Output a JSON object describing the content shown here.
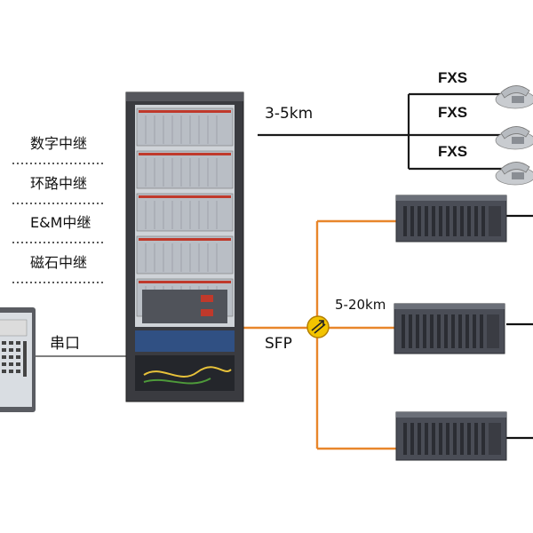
{
  "trunks": [
    "数字中继",
    "环路中继",
    "E&M中继",
    "磁石中继"
  ],
  "fxs_labels": [
    "FXS",
    "FXS",
    "FXS"
  ],
  "distance_fxs": "3-5km",
  "distance_sfp": "5-20km",
  "sfp_label": "SFP",
  "serial_label": "串口",
  "colors": {
    "fiber": "#e8862a",
    "line": "#1a1a1a",
    "rack": "#3a3b40",
    "unit": "#4a4d56"
  },
  "icons": [
    "server-rack",
    "operator-console",
    "telephone",
    "splitter",
    "access-unit"
  ]
}
